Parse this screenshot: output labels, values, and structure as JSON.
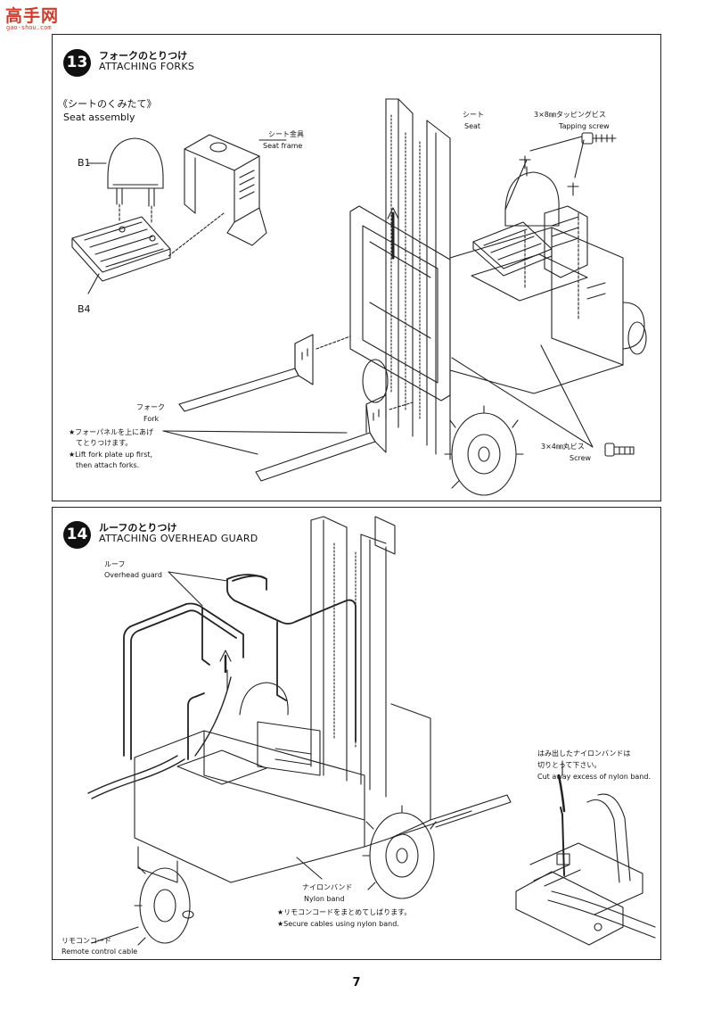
{
  "watermark": {
    "main": "高手网",
    "sub": "gao-shou.com"
  },
  "step13": {
    "number": "13",
    "title_jp": "フォークのとりつけ",
    "title_en": "ATTACHING FORKS",
    "seat_assembly_jp": "《シートのくみたて》",
    "seat_assembly_en": "Seat assembly",
    "part_b1": "B1",
    "part_b4": "B4",
    "seat_frame_jp": "シート金具",
    "seat_frame_en": "Seat frame",
    "seat_jp": "シート",
    "seat_en": "Seat",
    "tapping_screw_jp": "3×8㎜タッピングビス",
    "tapping_screw_en": "Tapping screw",
    "fork_jp": "フォーク",
    "fork_en": "Fork",
    "note_jp_1": "★フォーパネルを上にあげ",
    "note_jp_2": "てとりつけます。",
    "note_en_1": "★Lift fork plate up first,",
    "note_en_2": "then attach forks.",
    "screw_jp": "3×4㎜丸ビス",
    "screw_en": "Screw"
  },
  "step14": {
    "number": "14",
    "title_jp": "ルーフのとりつけ",
    "title_en": "ATTACHING OVERHEAD GUARD",
    "guard_jp": "ルーフ",
    "guard_en": "Overhead guard",
    "cut_jp_1": "はみ出したナイロンバンドは",
    "cut_jp_2": "切りとって下さい。",
    "cut_en": "Cut away excess of nylon band.",
    "nylon_jp": "ナイロンバンド",
    "nylon_en": "Nylon band",
    "secure_jp": "★リモコンコードをまとめてしばります。",
    "secure_en": "★Secure cables using nylon band.",
    "remote_jp": "リモコンコード",
    "remote_en": "Remote control cable"
  },
  "page_number": "7"
}
